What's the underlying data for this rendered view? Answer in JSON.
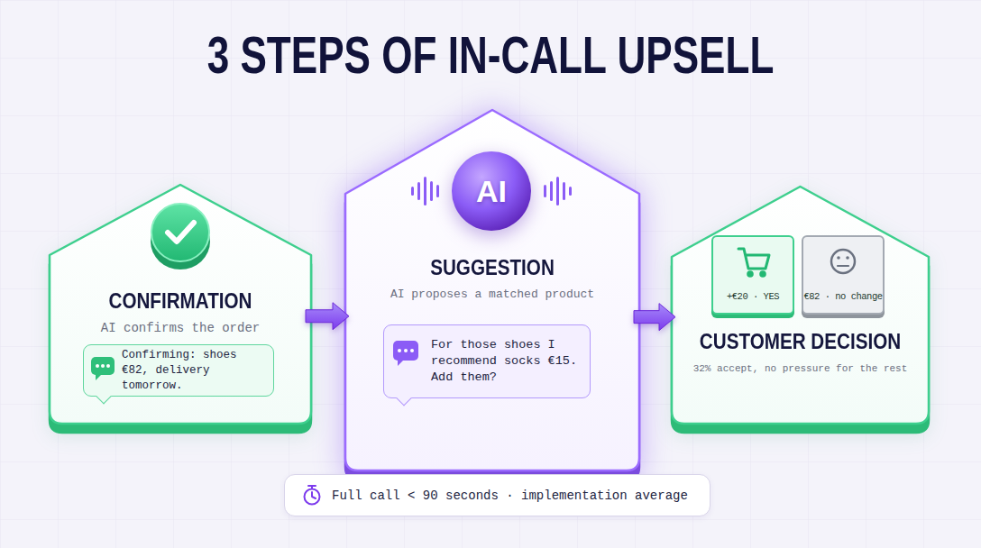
{
  "diagram": {
    "title": "3 STEPS OF IN-CALL UPSELL",
    "nodes": [
      {
        "text": [
          "CONFIRMATION",
          "AI confirms the order"
        ]
      },
      {
        "text": [
          "Confirming: shoes €82, delivery tomorrow."
        ],
        "in": 0
      },
      {
        "text": [
          "SUGGESTION",
          "AI proposes a matched product"
        ]
      },
      {
        "text": [
          "AI"
        ],
        "in": 2
      },
      {
        "text": [
          "For those shoes I recommend socks €15. Add them?"
        ],
        "in": 2
      },
      {
        "text": [
          "CUSTOMER DECISION",
          "32% accept, no pressure for the rest"
        ]
      },
      {
        "text": [
          "+€20 · YES"
        ],
        "in": 5
      },
      {
        "text": [
          "€82 · no change"
        ],
        "in": 5
      },
      {
        "text": [
          "Full call < 90 seconds · implementation average"
        ]
      }
    ],
    "edges": [
      {
        "from": 0,
        "to": 2,
        "arrow": "to"
      },
      {
        "from": 2,
        "to": 5,
        "arrow": "to"
      }
    ]
  }
}
